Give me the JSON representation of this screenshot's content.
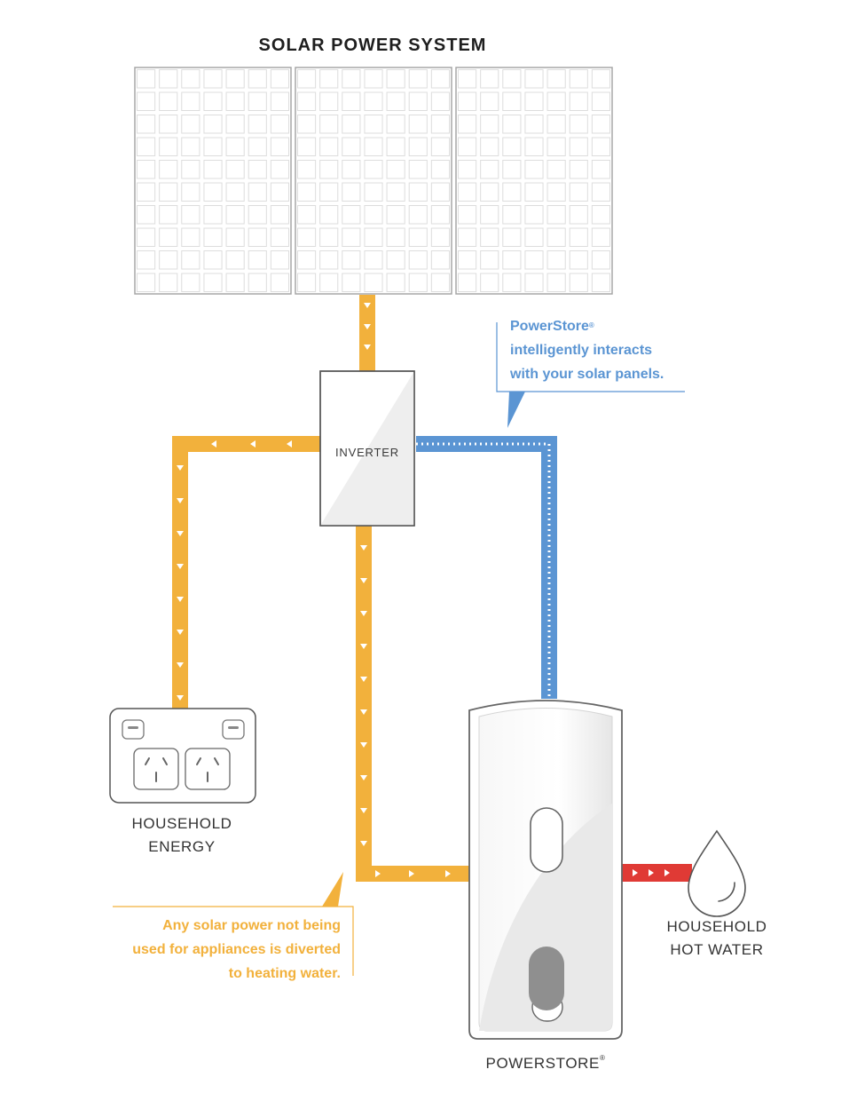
{
  "title": "SOLAR POWER SYSTEM",
  "inverter_label": "INVERTER",
  "household_energy": {
    "line1": "HOUSEHOLD",
    "line2": "ENERGY"
  },
  "household_hot_water": {
    "line1": "HOUSEHOLD",
    "line2": "HOT WATER"
  },
  "powerstore_label": "POWERSTORE",
  "registered_mark": "®",
  "blue_callout": {
    "brand": "PowerStore",
    "line2": "intelligently interacts",
    "line3": "with your solar panels."
  },
  "orange_callout": {
    "line1": "Any solar power not being",
    "line2": "used for appliances is diverted",
    "line3": "to heating water."
  },
  "colors": {
    "solar_flow": "#f2b13c",
    "data_link": "#5b95d3",
    "hot_water": "#e03a35",
    "panel_grid": "#d7d7d7",
    "device_outline": "#555555"
  },
  "icons": [
    "solar-panel-icon",
    "inverter-icon",
    "power-outlet-icon",
    "water-tank-icon",
    "water-drop-icon"
  ]
}
